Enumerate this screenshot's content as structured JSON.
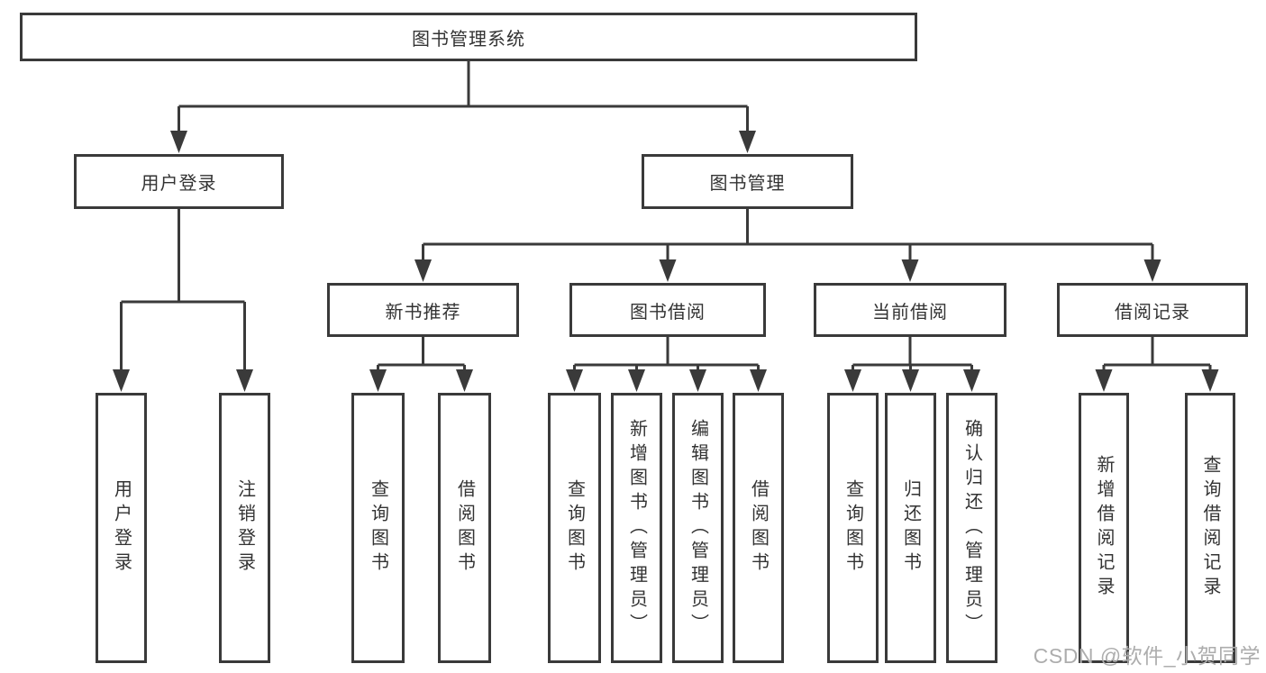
{
  "diagram": {
    "type": "hierarchy",
    "root": {
      "label": "图书管理系统"
    },
    "branches": [
      {
        "label": "用户登录",
        "children": [
          {
            "label": "用户登录"
          },
          {
            "label": "注销登录"
          }
        ]
      },
      {
        "label": "图书管理",
        "children": [
          {
            "label": "新书推荐",
            "children": [
              {
                "label": "查询图书"
              },
              {
                "label": "借阅图书"
              }
            ]
          },
          {
            "label": "图书借阅",
            "children": [
              {
                "label": "查询图书"
              },
              {
                "label": "新增图书（管理员）"
              },
              {
                "label": "编辑图书（管理员）"
              },
              {
                "label": "借阅图书"
              }
            ]
          },
          {
            "label": "当前借阅",
            "children": [
              {
                "label": "查询图书"
              },
              {
                "label": "归还图书"
              },
              {
                "label": "确认归还（管理员）"
              }
            ]
          },
          {
            "label": "借阅记录",
            "children": [
              {
                "label": "新增借阅记录"
              },
              {
                "label": "查询借阅记录"
              }
            ]
          }
        ]
      }
    ]
  },
  "watermark": {
    "text": "CSDN @软件_小贺同学"
  },
  "colors": {
    "line": "#3a3a3a",
    "box_border": "#3a3a3a",
    "box_background": "#ffffff",
    "text": "#333333",
    "watermark": "#adadad"
  }
}
